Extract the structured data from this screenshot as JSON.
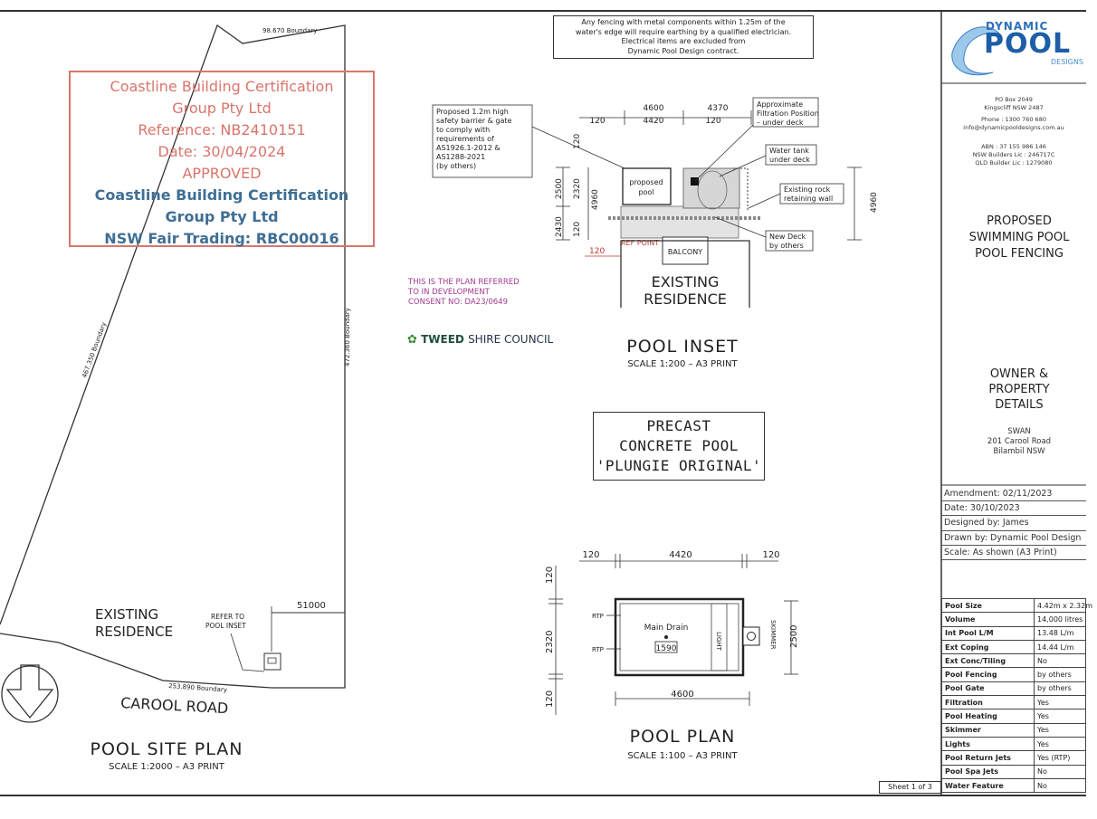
{
  "note": {
    "lines": [
      "Any fencing with metal components within 1.25m of the",
      "water's edge will require earthing by a qualified electrician.",
      "Electrical items are excluded from",
      "Dynamic Pool Design contract."
    ]
  },
  "stamp": {
    "line1": "Coastline Building Certification",
    "line2": "Group Pty Ltd",
    "line3": "Reference: NB2410151",
    "line4": "Date: 30/04/2024",
    "line5": "APPROVED",
    "line6": "Coastline Building Certification",
    "line7": "Group Pty Ltd",
    "line8": "NSW Fair Trading: RBC00016",
    "color_red": "#d9756b",
    "color_blue": "#3f6f94"
  },
  "da_note": {
    "line1": "THIS IS THE PLAN REFERRED",
    "line2": "TO IN DEVELOPMENT",
    "line3": "CONSENT NO: DA23/0649"
  },
  "council": {
    "bold": "TWEED",
    "rest": "SHIRE COUNCIL"
  },
  "site_plan": {
    "boundary_top": "98.670 Boundary",
    "boundary_right": "472.360 Boundary",
    "boundary_left": "467.350 Boundary",
    "boundary_bottom": "253.890 Boundary",
    "dim_51000": "51000",
    "existing1": "EXISTING",
    "existing2": "RESIDENCE",
    "refer1": "REFER TO",
    "refer2": "POOL INSET",
    "road": "CAROOL ROAD",
    "title": "POOL SITE PLAN",
    "scale": "SCALE 1:2000 – A3 PRINT"
  },
  "inset": {
    "dim_4600": "4600",
    "dim_4370": "4370",
    "dim_120a": "120",
    "dim_4420": "4420",
    "dim_120b": "120",
    "dim_120_v": "120",
    "dim_2500": "2500",
    "dim_2320": "2320",
    "dim_2430": "2430",
    "dim_4960_l": "4960",
    "dim_120_v2": "120",
    "dim_4960_r": "4960",
    "dim_120_red": "120",
    "ref_point": "REF POINT",
    "balcony": "BALCONY",
    "pool1": "proposed",
    "pool2": "pool",
    "callout_barrier": [
      "Proposed 1.2m high",
      "safety barrier & gate",
      "to comply with",
      "requirements of",
      "AS1926.1-2012 &",
      "AS1288-2021",
      "(by others)"
    ],
    "callout_filtration": [
      "Approximate",
      "Filtration Position",
      "– under deck"
    ],
    "callout_tank": [
      "Water tank",
      "under deck"
    ],
    "callout_rock": [
      "Existing rock",
      "retaining wall"
    ],
    "callout_deck": [
      "New Deck",
      "by others"
    ],
    "residence1": "EXISTING",
    "residence2": "RESIDENCE",
    "title": "POOL INSET",
    "scale": "SCALE 1:200 – A3 PRINT"
  },
  "precast": {
    "line1": "PRECAST",
    "line2": "CONCRETE POOL",
    "line3": "'PLUNGIE ORIGINAL'"
  },
  "pool_plan": {
    "dim_120a": "120",
    "dim_4420": "4420",
    "dim_120b": "120",
    "dim_120_top": "120",
    "dim_2320": "2320",
    "dim_120_bottom": "120",
    "dim_2500": "2500",
    "dim_4600": "4600",
    "rtp1": "RTP",
    "rtp2": "RTP",
    "main_drain": "Main Drain",
    "depth": "1590",
    "light": "LIGHT",
    "skimmer": "SKIMMER",
    "title": "POOL PLAN",
    "scale": "SCALE 1:100 – A3 PRINT"
  },
  "logo": {
    "line1": "DYNAMIC",
    "line2": "POOL",
    "line3": "DESIGNS"
  },
  "contact": {
    "po": "PO Box 2049",
    "town": "Kingscliff NSW 2487",
    "phone": "Phone : 1300 760 680",
    "email": "info@dynamicpooldesigns.com.au",
    "abn": "ABN : 37 155 986 146",
    "nsw": "NSW Builders Lic : 246717C",
    "qld": "QLD Builder Lic : 1279080"
  },
  "project": {
    "line1": "PROPOSED",
    "line2": "SWIMMING POOL",
    "line3": "POOL FENCING"
  },
  "owner": {
    "h1": "OWNER &",
    "h2": "PROPERTY",
    "h3": "DETAILS",
    "name": "SWAN",
    "address": "201 Carool Road",
    "suburb": "Bilambil NSW"
  },
  "info": {
    "amendment": "Amendment: 02/11/2023",
    "date": "Date: 30/10/2023",
    "designed": "Designed by: James",
    "drawn": "Drawn by: Dynamic Pool Design",
    "scale": "Scale: As shown (A3 Print)"
  },
  "spec": [
    {
      "k": "Pool Size",
      "v": "4.42m x 2.32m"
    },
    {
      "k": "Volume",
      "v": "14,000 litres"
    },
    {
      "k": "Int Pool L/M",
      "v": "13.48 L/m"
    },
    {
      "k": "Ext Coping",
      "v": "14.44 L/m"
    },
    {
      "k": "Ext Conc/Tiling",
      "v": "No"
    },
    {
      "k": "Pool Fencing",
      "v": "by others"
    },
    {
      "k": "Pool Gate",
      "v": "by others"
    },
    {
      "k": "Filtration",
      "v": "Yes"
    },
    {
      "k": "Pool Heating",
      "v": "Yes"
    },
    {
      "k": "Skimmer",
      "v": "Yes"
    },
    {
      "k": "Lights",
      "v": "Yes"
    },
    {
      "k": "Pool Return Jets",
      "v": "Yes (RTP)"
    },
    {
      "k": "Pool Spa Jets",
      "v": "No"
    },
    {
      "k": "Water Feature",
      "v": "No"
    }
  ],
  "sheet": "Sheet 1 of 3"
}
